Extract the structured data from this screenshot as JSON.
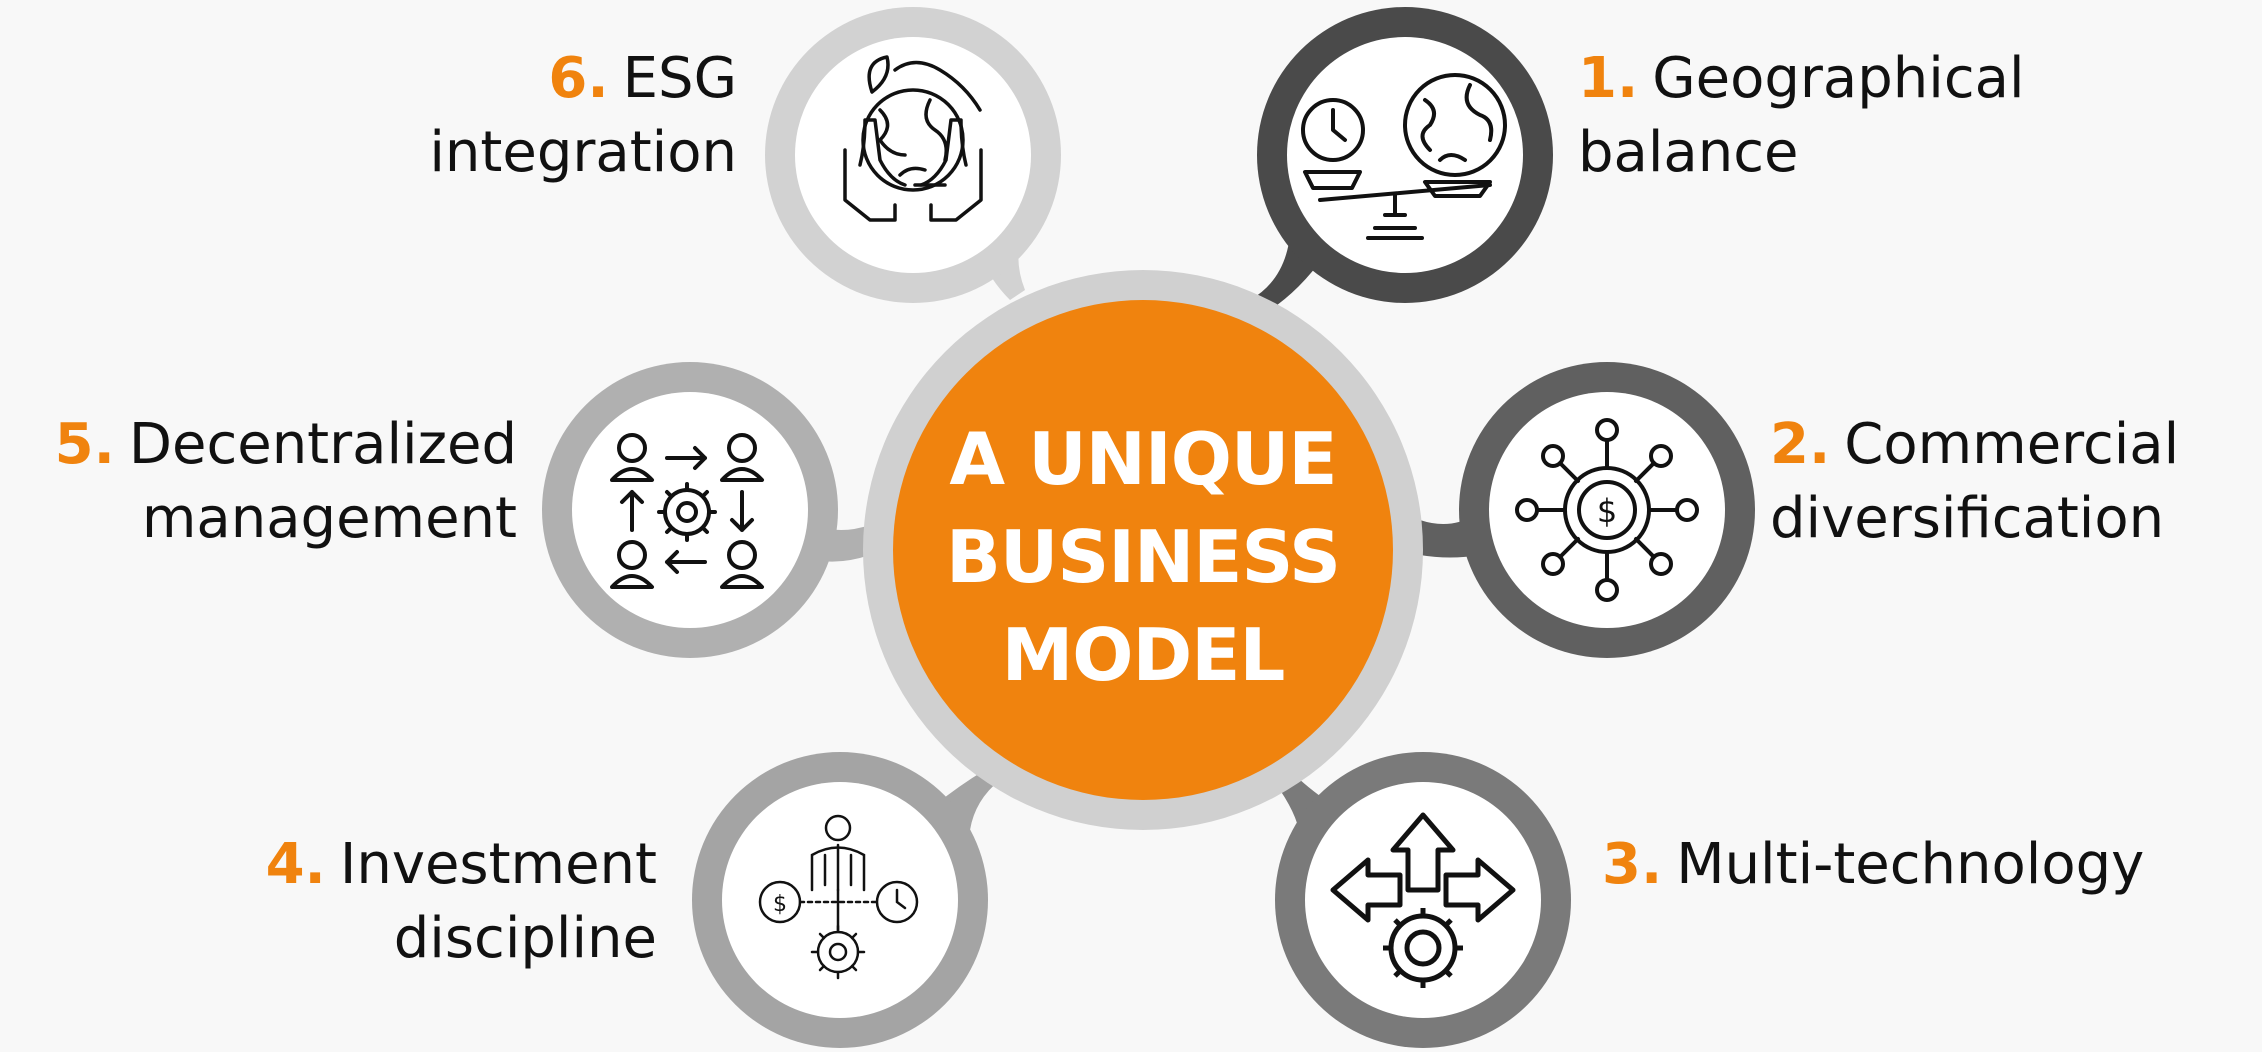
{
  "center": {
    "lines": [
      "A UNIQUE",
      "BUSINESS",
      "MODEL"
    ],
    "fill_color": "#f0830e",
    "ring_color": "#d0d0d0"
  },
  "items": [
    {
      "number": "1.",
      "line1": "Geographical",
      "line2": "balance",
      "icon": "scale-clock-globe-icon",
      "ring_color": "#4a4a4a"
    },
    {
      "number": "2.",
      "line1": "Commercial",
      "line2": "diversification",
      "icon": "dollar-network-icon",
      "ring_color": "#606060"
    },
    {
      "number": "3.",
      "line1": "Multi-technology",
      "line2": "",
      "icon": "gear-arrows-icon",
      "ring_color": "#7a7a7a"
    },
    {
      "number": "4.",
      "line1": "Investment",
      "line2": "discipline",
      "icon": "investor-gear-icon",
      "ring_color": "#a4a4a4"
    },
    {
      "number": "5.",
      "line1": "Decentralized",
      "line2": "management",
      "icon": "people-gear-cycle-icon",
      "ring_color": "#b0b0b0"
    },
    {
      "number": "6.",
      "line1": "ESG",
      "line2": "integration",
      "icon": "hands-globe-leaf-icon",
      "ring_color": "#d2d2d2"
    }
  ],
  "colors": {
    "accent": "#f0830e",
    "text": "#111111",
    "background": "#f8f8f8"
  }
}
